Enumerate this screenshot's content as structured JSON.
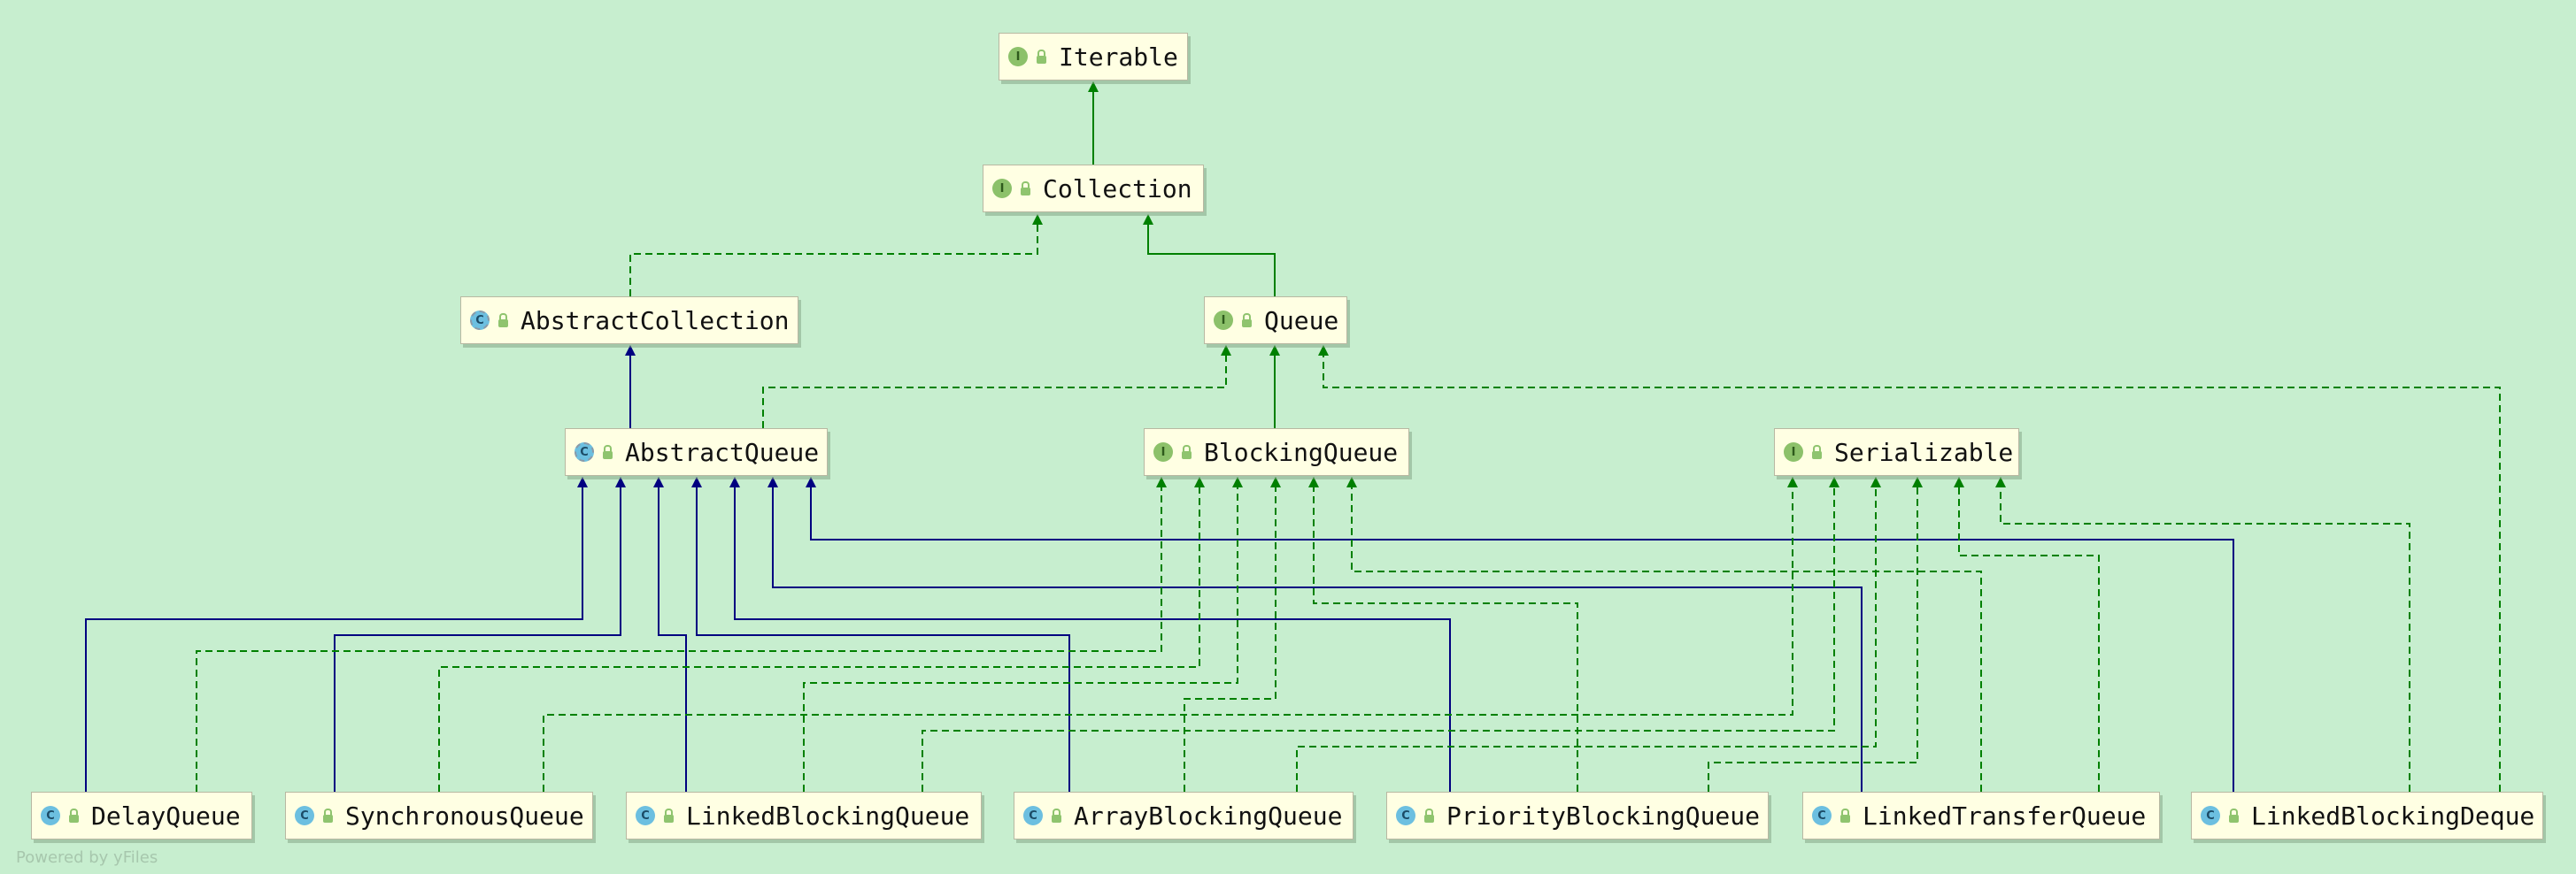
{
  "diagram": {
    "nodes": [
      {
        "id": "Iterable",
        "label": "Iterable",
        "kind": "interface",
        "kind_letter": "I"
      },
      {
        "id": "Collection",
        "label": "Collection",
        "kind": "interface",
        "kind_letter": "I"
      },
      {
        "id": "AbstractCollection",
        "label": "AbstractCollection",
        "kind": "abstract",
        "kind_letter": "C"
      },
      {
        "id": "Queue",
        "label": "Queue",
        "kind": "interface",
        "kind_letter": "I"
      },
      {
        "id": "AbstractQueue",
        "label": "AbstractQueue",
        "kind": "abstract",
        "kind_letter": "C"
      },
      {
        "id": "BlockingQueue",
        "label": "BlockingQueue",
        "kind": "interface",
        "kind_letter": "I"
      },
      {
        "id": "Serializable",
        "label": "Serializable",
        "kind": "interface",
        "kind_letter": "I"
      },
      {
        "id": "DelayQueue",
        "label": "DelayQueue",
        "kind": "class",
        "kind_letter": "C"
      },
      {
        "id": "SynchronousQueue",
        "label": "SynchronousQueue",
        "kind": "class",
        "kind_letter": "C"
      },
      {
        "id": "LinkedBlockingQueue",
        "label": "LinkedBlockingQueue",
        "kind": "class",
        "kind_letter": "C"
      },
      {
        "id": "ArrayBlockingQueue",
        "label": "ArrayBlockingQueue",
        "kind": "class",
        "kind_letter": "C"
      },
      {
        "id": "PriorityBlockingQueue",
        "label": "PriorityBlockingQueue",
        "kind": "class",
        "kind_letter": "C"
      },
      {
        "id": "LinkedTransferQueue",
        "label": "LinkedTransferQueue",
        "kind": "class",
        "kind_letter": "C"
      },
      {
        "id": "LinkedBlockingDeque",
        "label": "LinkedBlockingDeque",
        "kind": "class",
        "kind_letter": "C"
      }
    ],
    "edges": [
      {
        "from": "Collection",
        "to": "Iterable",
        "type": "interface-extends"
      },
      {
        "from": "AbstractCollection",
        "to": "Collection",
        "type": "implements"
      },
      {
        "from": "Queue",
        "to": "Collection",
        "type": "interface-extends"
      },
      {
        "from": "AbstractQueue",
        "to": "AbstractCollection",
        "type": "class-extends"
      },
      {
        "from": "AbstractQueue",
        "to": "Queue",
        "type": "implements"
      },
      {
        "from": "BlockingQueue",
        "to": "Queue",
        "type": "interface-extends"
      },
      {
        "from": "LinkedBlockingDeque",
        "to": "Queue",
        "type": "implements"
      },
      {
        "from": "DelayQueue",
        "to": "AbstractQueue",
        "type": "class-extends"
      },
      {
        "from": "SynchronousQueue",
        "to": "AbstractQueue",
        "type": "class-extends"
      },
      {
        "from": "LinkedBlockingQueue",
        "to": "AbstractQueue",
        "type": "class-extends"
      },
      {
        "from": "ArrayBlockingQueue",
        "to": "AbstractQueue",
        "type": "class-extends"
      },
      {
        "from": "PriorityBlockingQueue",
        "to": "AbstractQueue",
        "type": "class-extends"
      },
      {
        "from": "LinkedTransferQueue",
        "to": "AbstractQueue",
        "type": "class-extends"
      },
      {
        "from": "LinkedBlockingDeque",
        "to": "AbstractQueue",
        "type": "class-extends"
      },
      {
        "from": "DelayQueue",
        "to": "BlockingQueue",
        "type": "implements"
      },
      {
        "from": "SynchronousQueue",
        "to": "BlockingQueue",
        "type": "implements"
      },
      {
        "from": "LinkedBlockingQueue",
        "to": "BlockingQueue",
        "type": "implements"
      },
      {
        "from": "ArrayBlockingQueue",
        "to": "BlockingQueue",
        "type": "implements"
      },
      {
        "from": "PriorityBlockingQueue",
        "to": "BlockingQueue",
        "type": "implements"
      },
      {
        "from": "LinkedTransferQueue",
        "to": "BlockingQueue",
        "type": "implements"
      },
      {
        "from": "SynchronousQueue",
        "to": "Serializable",
        "type": "implements"
      },
      {
        "from": "LinkedBlockingQueue",
        "to": "Serializable",
        "type": "implements"
      },
      {
        "from": "ArrayBlockingQueue",
        "to": "Serializable",
        "type": "implements"
      },
      {
        "from": "PriorityBlockingQueue",
        "to": "Serializable",
        "type": "implements"
      },
      {
        "from": "LinkedTransferQueue",
        "to": "Serializable",
        "type": "implements"
      },
      {
        "from": "LinkedBlockingDeque",
        "to": "Serializable",
        "type": "implements"
      }
    ]
  },
  "colors": {
    "background": "#c7eecf",
    "interface_edge": "#008000",
    "class_edge": "#000080"
  },
  "icons": {
    "interface": "interface-icon",
    "class": "class-icon",
    "abstract": "abstract-class-icon",
    "visibility": "public-lock-icon"
  },
  "watermark": "Powered by yFiles"
}
